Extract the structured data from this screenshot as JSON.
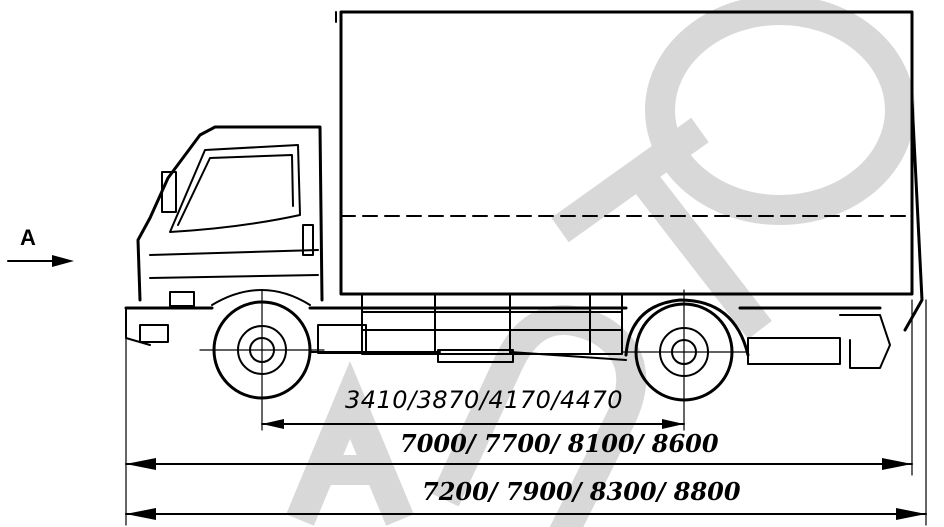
{
  "view_marker": {
    "label": "A"
  },
  "dimensions": {
    "wheelbase": "3410/3870/4170/4470",
    "overall_length_body": "7000/ 7700/ 8100/ 8600",
    "overall_length_total": "7200/ 7900/ 8300/ 8800"
  },
  "watermark": {
    "text": "AUTO",
    "color": "#d8d8d8"
  }
}
